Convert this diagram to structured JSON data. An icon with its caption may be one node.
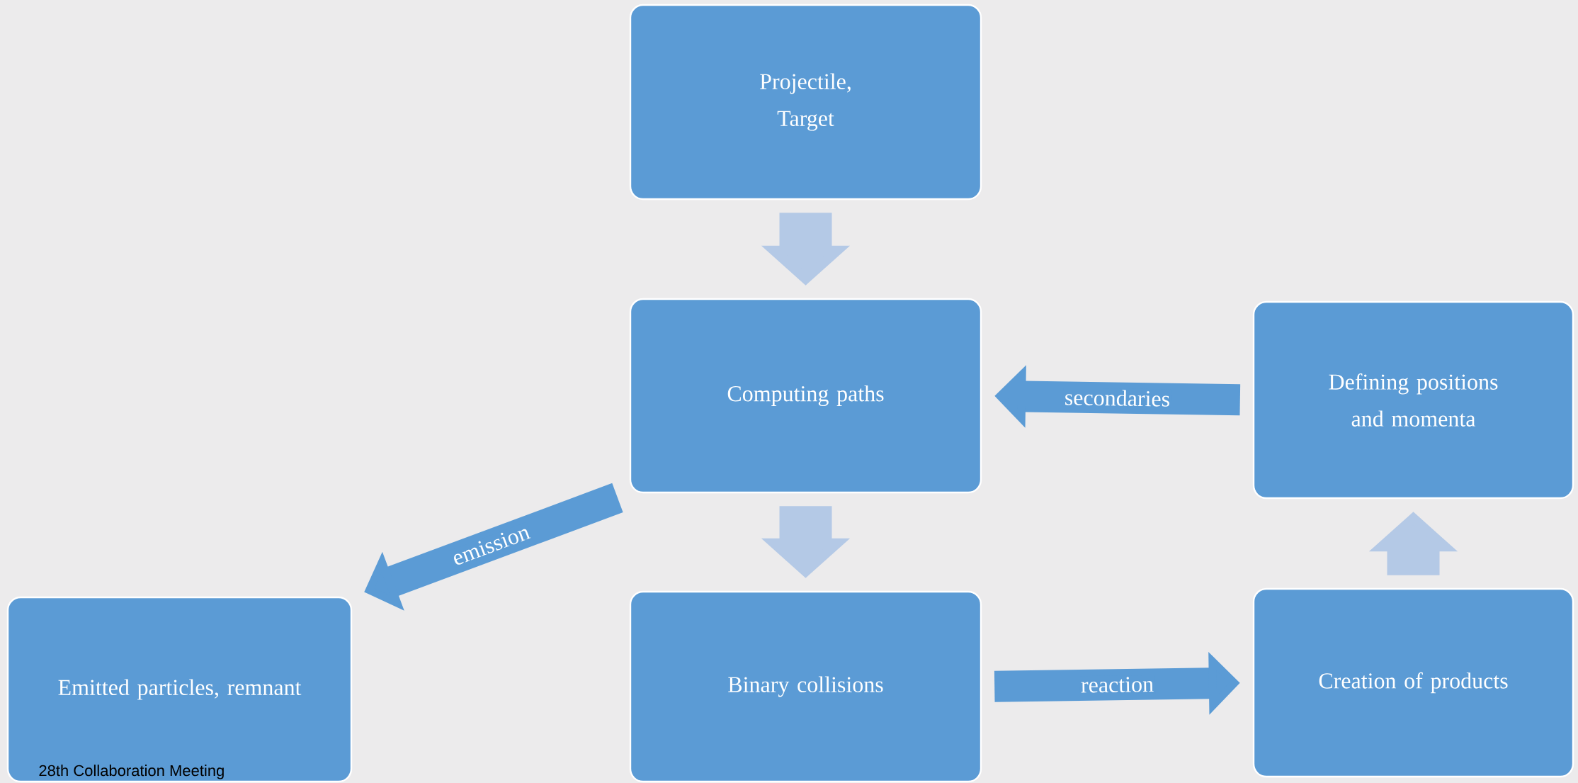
{
  "diagram": {
    "nodes": [
      {
        "text": [
          "Projectile, Target"
        ]
      },
      {
        "text": [
          "Computing paths"
        ]
      },
      {
        "text": [
          "Binary collisions"
        ]
      },
      {
        "text": [
          "Emitted particles, remnant"
        ]
      },
      {
        "text": [
          "Creation of products"
        ]
      },
      {
        "text": [
          "Defining positions and momenta"
        ]
      }
    ],
    "edges": [
      {
        "from": 0,
        "to": 1,
        "arrow": "to",
        "color": "#b4c9e6"
      },
      {
        "from": 1,
        "to": 2,
        "arrow": "to",
        "color": "#b4c9e6"
      },
      {
        "from": 1,
        "to": 3,
        "arrow": "to",
        "label": "emission",
        "color": "#5b9bd5"
      },
      {
        "from": 2,
        "to": 4,
        "arrow": "to",
        "label": "reaction",
        "color": "#5b9bd5"
      },
      {
        "from": 4,
        "to": 5,
        "arrow": "to",
        "color": "#b4c9e6"
      },
      {
        "from": 5,
        "to": 1,
        "arrow": "to",
        "label": "secondaries",
        "color": "#5b9bd5"
      }
    ],
    "labels": [
      "28th Collaboration Meeting"
    ]
  }
}
